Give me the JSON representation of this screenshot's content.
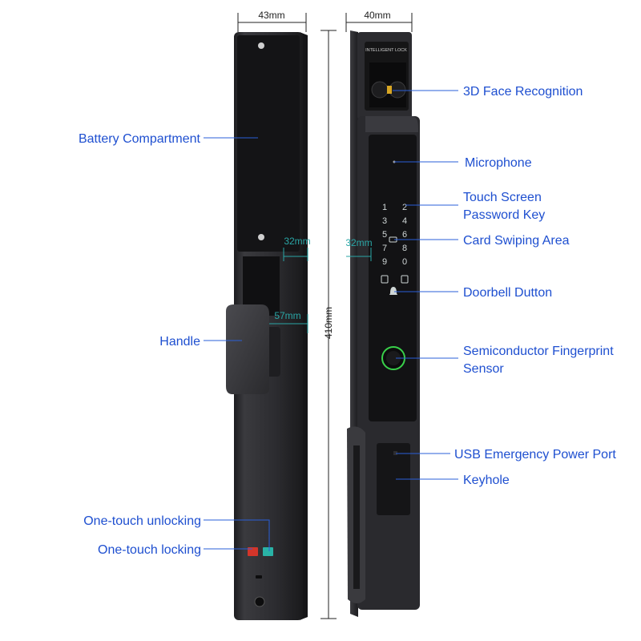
{
  "product": {
    "brand_label": "INTELLIGENT LOCK"
  },
  "dimensions": {
    "back_width": "43mm",
    "front_width": "40mm",
    "height": "410mm",
    "inner_back": "32mm",
    "handle_depth": "57mm",
    "inner_front": "32mm"
  },
  "callouts": {
    "battery": "Battery Compartment",
    "handle": "Handle",
    "unlocking": "One-touch unlocking",
    "locking": "One-touch locking",
    "face": "3D Face Recognition",
    "microphone": "Microphone",
    "touch_line1": "Touch Screen",
    "touch_line2": "Password Key",
    "card": "Card Swiping Area",
    "doorbell": "Doorbell Dutton",
    "fp_line1": "Semiconductor Fingerprint",
    "fp_line2": "Sensor",
    "usb": "USB Emergency Power Port",
    "keyhole": "Keyhole"
  },
  "keypad": {
    "rows": [
      [
        "1",
        "2"
      ],
      [
        "3",
        "4"
      ],
      [
        "5",
        "6"
      ],
      [
        "7",
        "8"
      ],
      [
        "9",
        "0"
      ]
    ]
  },
  "colors": {
    "label_blue": "#1e4fd0",
    "leader_blue": "#2a5fd8",
    "dim_teal": "#2aa6a6",
    "body_dark": "#2b2b2e",
    "panel_black": "#151516",
    "unlock_red": "#d3352a",
    "lock_teal": "#29b3a6",
    "fingerprint_green": "#39d04a"
  }
}
